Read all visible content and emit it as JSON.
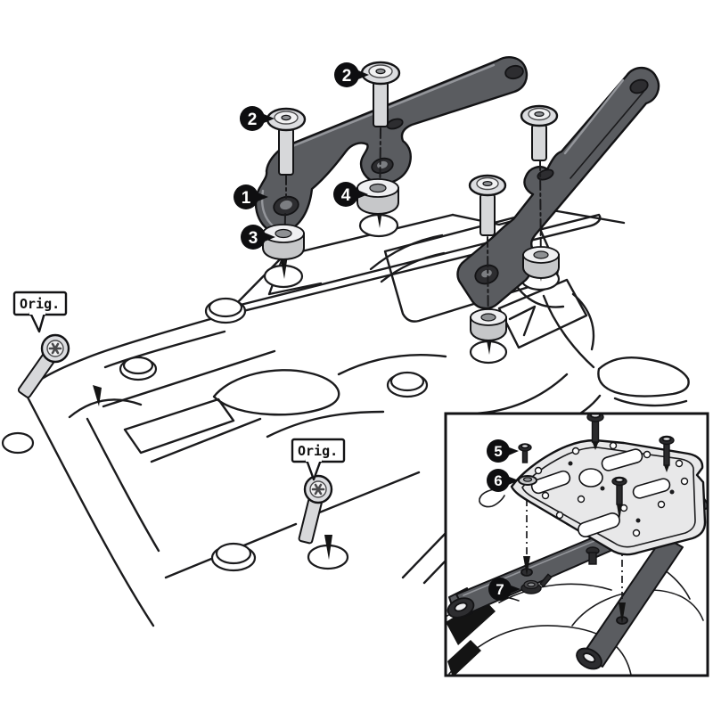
{
  "figure": {
    "kind": "exploded-assembly-diagram"
  },
  "callouts": {
    "main": [
      {
        "label": "1"
      },
      {
        "label": "2"
      },
      {
        "label": "2"
      },
      {
        "label": "3"
      },
      {
        "label": "4"
      }
    ],
    "inset": [
      {
        "label": "5"
      },
      {
        "label": "6"
      },
      {
        "label": "7"
      }
    ]
  },
  "labels": {
    "orig_left": "Orig.",
    "orig_center": "Orig."
  },
  "colors": {
    "line": "#1b1b1d",
    "bracket": "#5a5c60",
    "metal": "#d7d8da",
    "inset_plate": "#e8e8e9",
    "callout_bg": "#0e0e10",
    "callout_text": "#ffffff",
    "background": "#ffffff"
  }
}
